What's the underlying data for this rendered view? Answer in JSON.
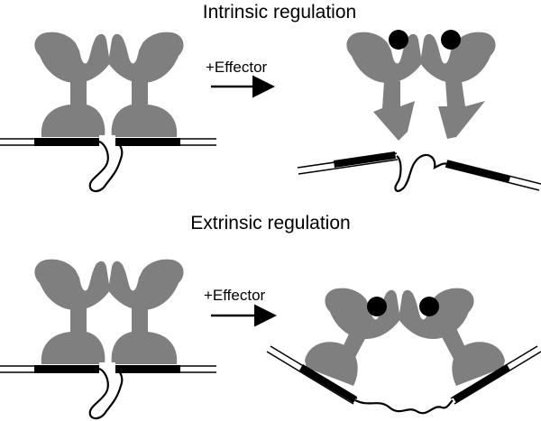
{
  "figure": {
    "top_panel": {
      "title": "Intrinsic regulation",
      "arrow_label": "+Effector"
    },
    "bottom_panel": {
      "title": "Extrinsic regulation",
      "arrow_label": "+Effector"
    }
  },
  "colors": {
    "protein": "#7f7f7f",
    "dna": "#000000",
    "effector": "#000000",
    "background": "#ffffff"
  }
}
